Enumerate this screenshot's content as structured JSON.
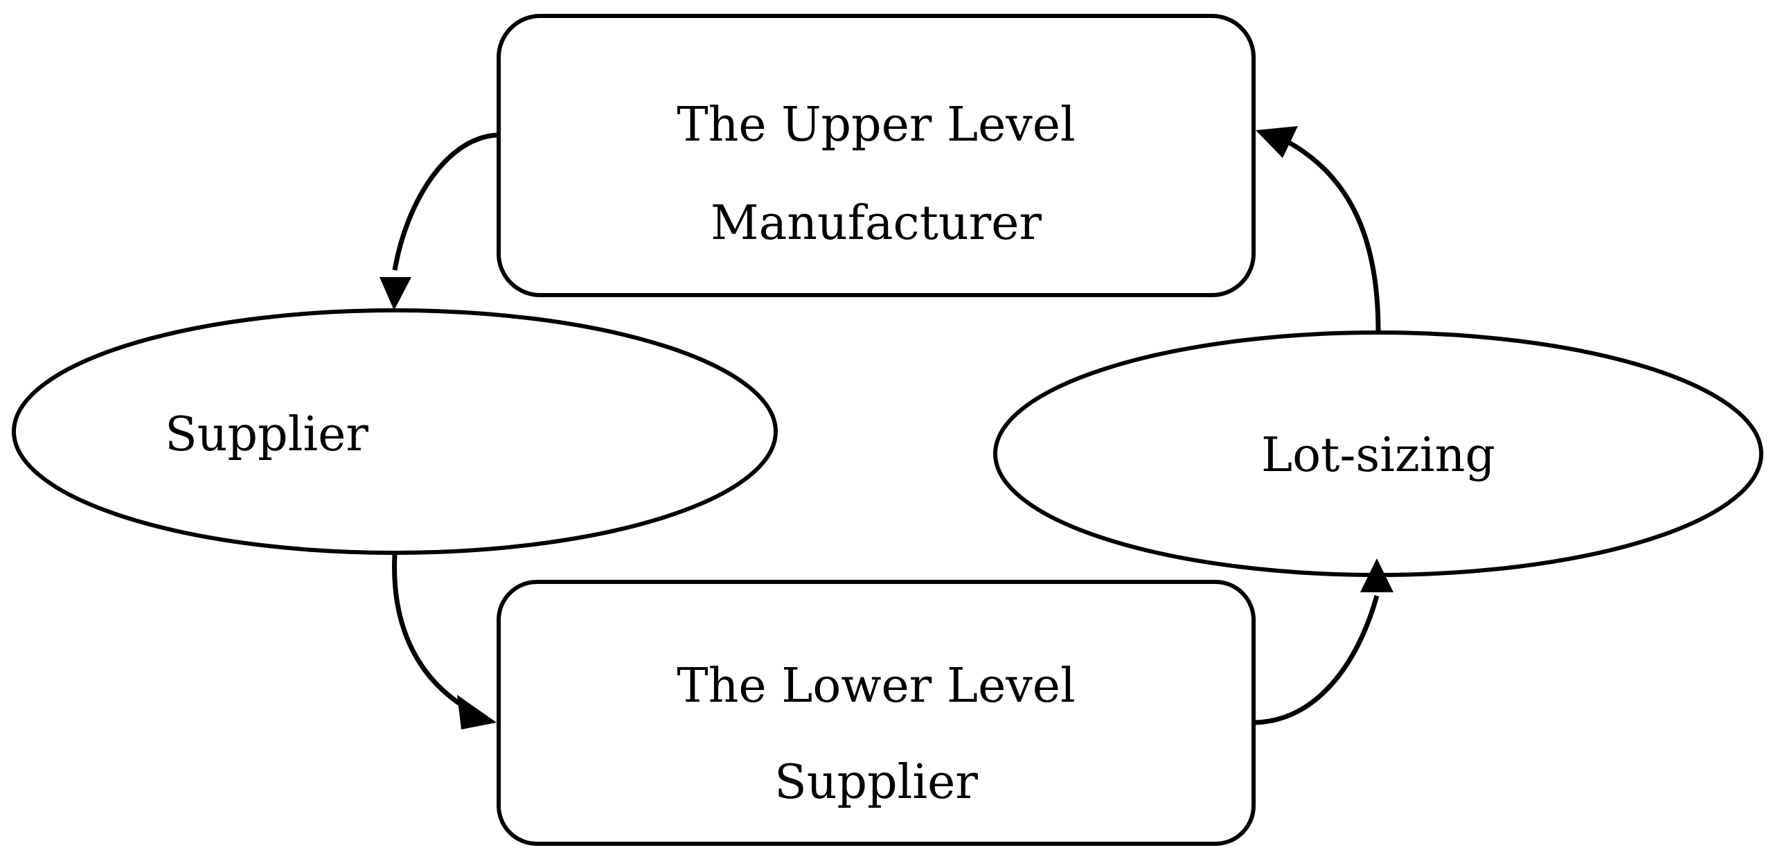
{
  "nodes": {
    "upper_level": {
      "line1": "The Upper Level",
      "line2": "Manufacturer"
    },
    "supplier_decision": {
      "label": "Supplier"
    },
    "lot_sizing_decision": {
      "label": "Lot-sizing"
    },
    "lower_level": {
      "line1": "The Lower Level",
      "line2": "Supplier"
    }
  },
  "colors": {
    "stroke": "#000000",
    "fill": "#ffffff"
  }
}
